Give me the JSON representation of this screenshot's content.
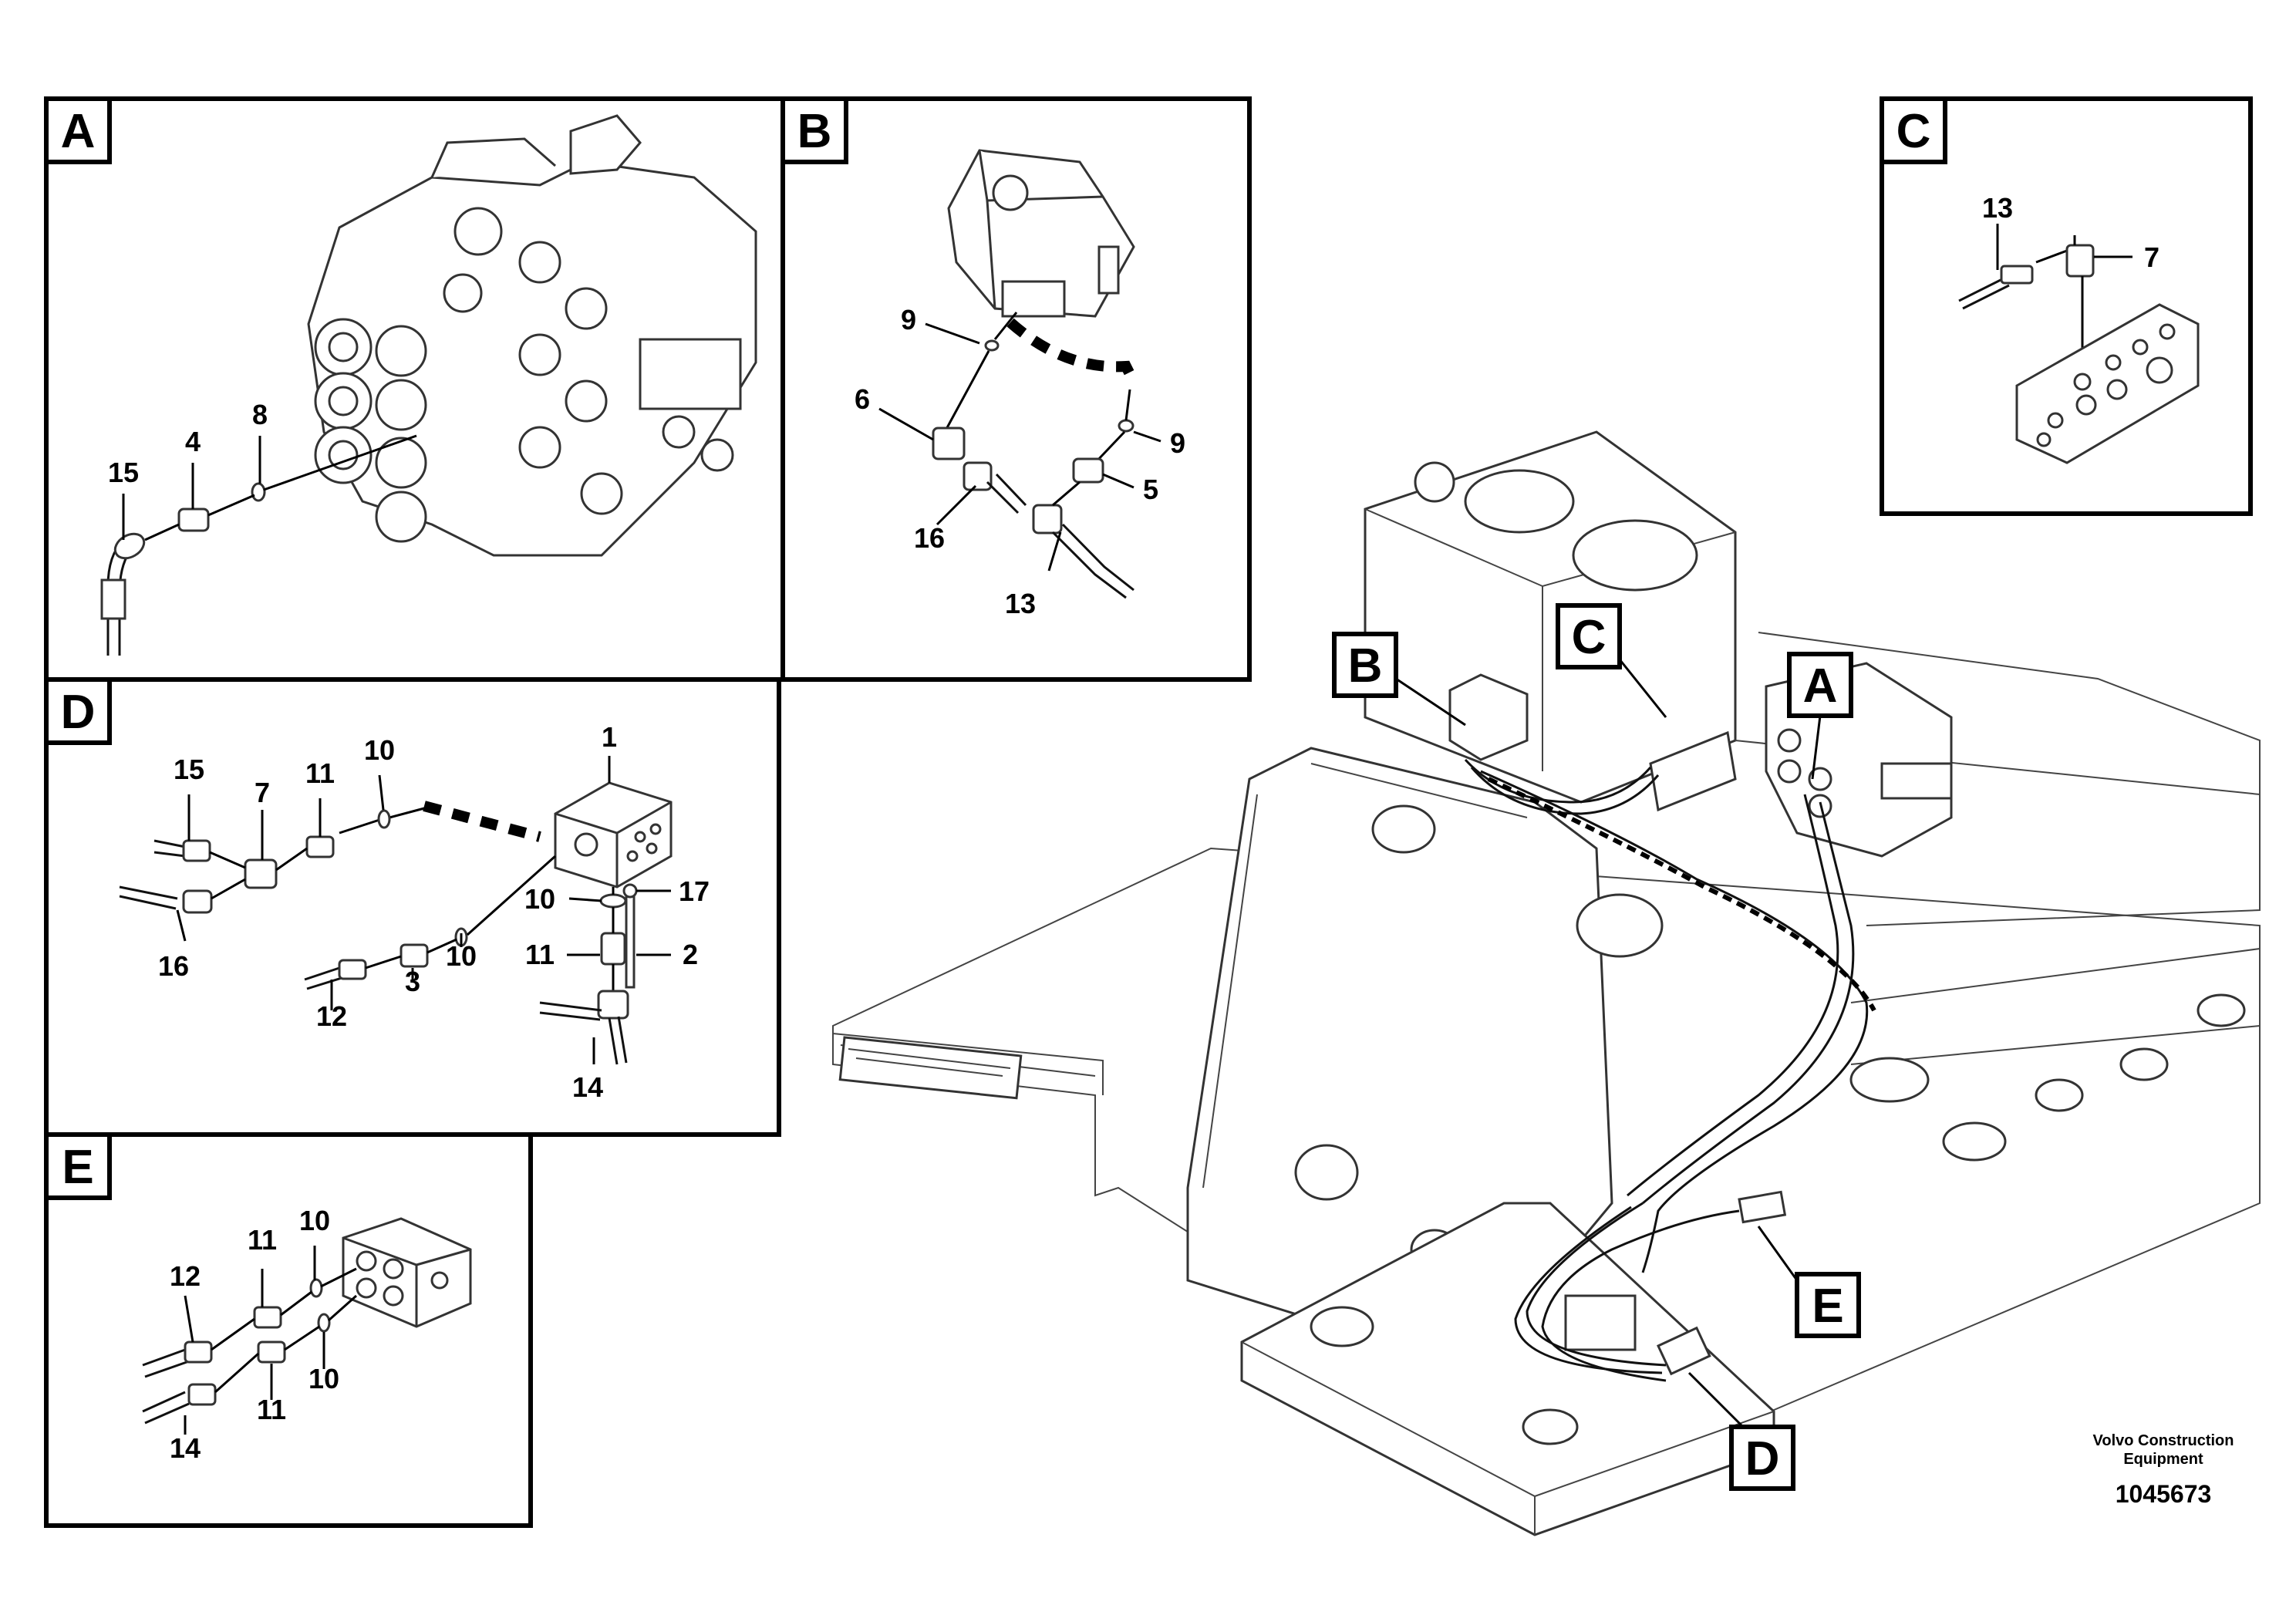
{
  "panels": {
    "A": {
      "label": "A",
      "callouts": [
        "15",
        "4",
        "8"
      ]
    },
    "B": {
      "label": "B",
      "callouts": [
        "9",
        "6",
        "16",
        "9",
        "5",
        "13"
      ]
    },
    "C": {
      "label": "C",
      "callouts": [
        "13",
        "7"
      ]
    },
    "D": {
      "label": "D",
      "callouts": [
        "1",
        "15",
        "7",
        "11",
        "10",
        "16",
        "10",
        "17",
        "11",
        "2",
        "12",
        "3",
        "10",
        "14"
      ]
    },
    "E": {
      "label": "E",
      "callouts": [
        "11",
        "10",
        "12",
        "11",
        "10",
        "14"
      ]
    }
  },
  "overview_labels": [
    "B",
    "C",
    "A",
    "E",
    "D"
  ],
  "footer": {
    "publisher_line1": "Volvo Construction",
    "publisher_line2": "Equipment",
    "doc_id": "1045673"
  }
}
